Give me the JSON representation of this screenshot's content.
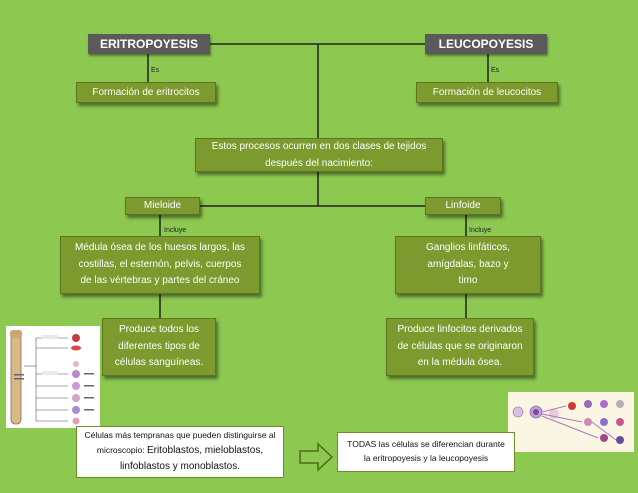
{
  "top": {
    "left_title": "ERITROPOYESIS",
    "right_title": "LEUCOPOYESIS",
    "left_es": "Es",
    "right_es": "Es",
    "left_def": "Formación de eritrocitos",
    "right_def": "Formación de leucocitos"
  },
  "center": {
    "text_line1": "Estos procesos ocurren en dos clases de tejidos",
    "text_line2": "después del nacimiento:"
  },
  "branches": {
    "left_title": "Mieloide",
    "right_title": "Linfoide",
    "left_incluye": "Incluye",
    "right_incluye": "Incluye",
    "left_body_1": "Médula ósea de los huesos largos, las",
    "left_body_2": "costillas, el esternón, pelvis, cuerpos",
    "left_body_3": "de las vértebras y partes del cráneo",
    "right_body_1": "Ganglios linfáticos,",
    "right_body_2": "amígdalas, bazo y",
    "right_body_3": "timo"
  },
  "produces": {
    "left_1": "Produce todos los",
    "left_2": "diferentes tipos de",
    "left_3": "células sanguíneas.",
    "right_1": "Produce linfocitos derivados",
    "right_2": "de células que se originaron",
    "right_3": "en la médula ósea."
  },
  "notes": {
    "left_1": "Células más tempranas que pueden distinguirse al",
    "left_2a": "microscopio: ",
    "left_2b": "Eritoblastos, mieloblastos,",
    "left_3": "linfoblastos y monoblastos.",
    "right_1": "TODAS las células se diferencian durante",
    "right_2": "la eritropoyesis y la leucopoyesis"
  },
  "colors": {
    "background": "#8dc850",
    "box": "#7c9a2e",
    "header": "#5a5a5a",
    "line": "#222222"
  }
}
